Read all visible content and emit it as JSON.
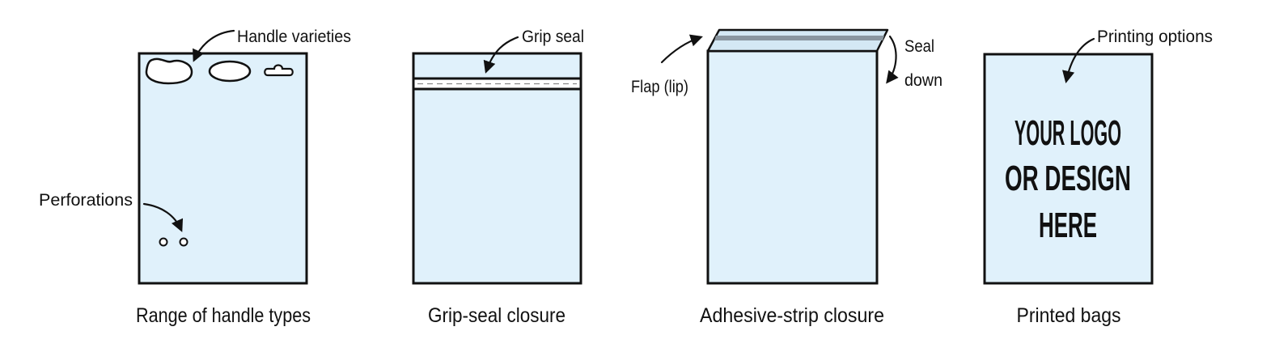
{
  "colors": {
    "bag_fill": "#e0f1fb",
    "outline": "#111111",
    "seal_strip": "#8a96a0",
    "flap_fill": "#d4e8f4"
  },
  "panels": [
    {
      "caption": "Range of handle types",
      "annotations": [
        "Handle varieties",
        "Perforations"
      ]
    },
    {
      "caption": "Grip-seal closure",
      "annotations": [
        "Grip seal"
      ]
    },
    {
      "caption": "Adhesive-strip closure",
      "annotations": [
        "Flap (lip)",
        "Seal",
        "down"
      ]
    },
    {
      "caption": "Printed bags",
      "annotations": [
        "Printing options"
      ],
      "print_text": [
        "YOUR LOGO",
        "OR DESIGN",
        "HERE"
      ]
    }
  ]
}
